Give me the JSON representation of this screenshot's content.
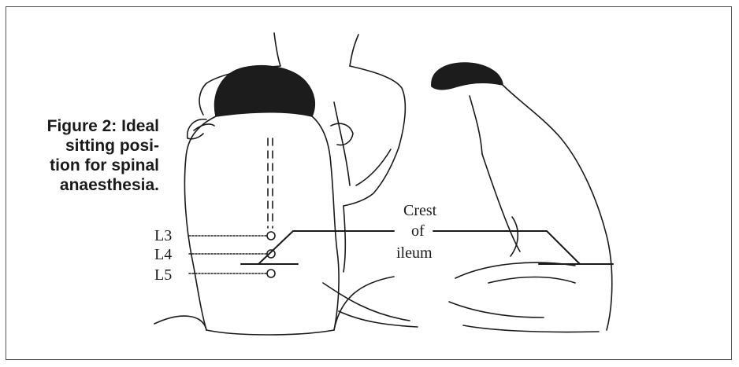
{
  "figure": {
    "caption_lines": [
      "Figure 2: Ideal",
      "sitting posi-",
      "tion for spinal",
      "anaesthesia."
    ]
  },
  "labels": {
    "vertebrae": [
      "L3",
      "L4",
      "L5"
    ],
    "crest": [
      "Crest",
      "of",
      "ileum"
    ]
  },
  "colors": {
    "border": "#555555",
    "ink": "#1a1a1a",
    "hair": "#1c1c1c"
  }
}
